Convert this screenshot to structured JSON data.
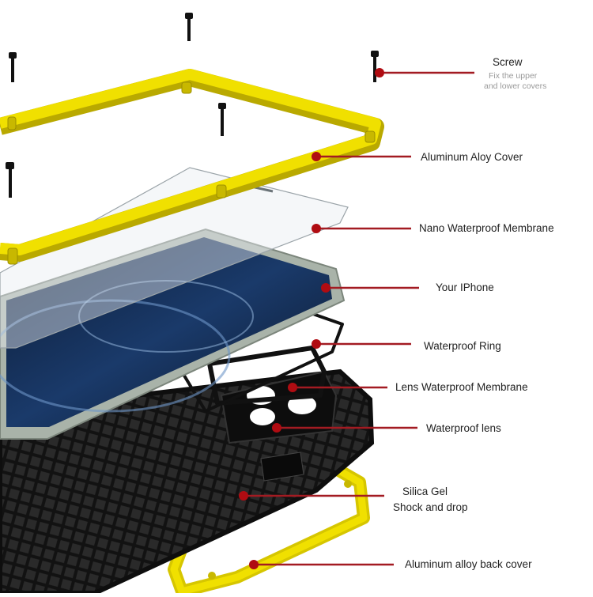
{
  "colors": {
    "leader": "#a31b22",
    "dot": "#b00c12",
    "frame_yellow": "#f0e000",
    "frame_shadow": "#b9a900",
    "case_black": "#1b1b1b",
    "phone_frame": "#a9b3a9"
  },
  "callouts": [
    {
      "id": "screw",
      "title": "Screw",
      "subtitle": [
        "Fix the upper",
        "and lower covers"
      ]
    },
    {
      "id": "aluminum-alloy-cover",
      "title": "Aluminum Aloy Cover"
    },
    {
      "id": "nano-waterproof-membrane",
      "title": "Nano Waterproof Membrane"
    },
    {
      "id": "your-iphone",
      "title": "Your IPhone"
    },
    {
      "id": "waterproof-ring",
      "title": "Waterproof Ring"
    },
    {
      "id": "lens-waterproof-membrane",
      "title": "Lens Waterproof Membrane"
    },
    {
      "id": "waterproof-lens",
      "title": "Waterproof lens"
    },
    {
      "id": "silica-gel",
      "title": "Silica Gel",
      "subtitle_dark": "Shock and drop"
    },
    {
      "id": "aluminum-alloy-back-cover",
      "title": "Aluminum alloy back cover"
    }
  ]
}
